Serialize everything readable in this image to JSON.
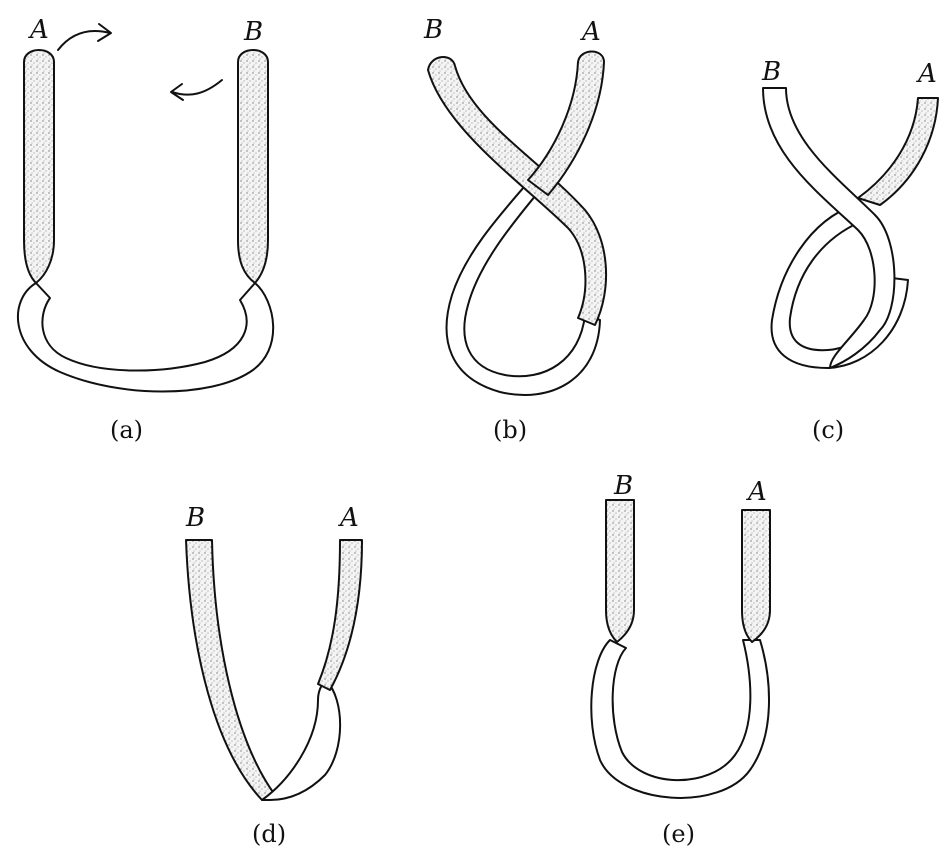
{
  "colors": {
    "ink": "#111111",
    "paper": "#ffffff"
  },
  "panels": [
    {
      "id": "a",
      "caption": "(a)",
      "left_end": "A",
      "right_end": "B"
    },
    {
      "id": "b",
      "caption": "(b)",
      "left_end": "B",
      "right_end": "A"
    },
    {
      "id": "c",
      "caption": "(c)",
      "left_end": "B",
      "right_end": "A"
    },
    {
      "id": "d",
      "caption": "(d)",
      "left_end": "B",
      "right_end": "A"
    },
    {
      "id": "e",
      "caption": "(e)",
      "left_end": "B",
      "right_end": "A"
    }
  ]
}
